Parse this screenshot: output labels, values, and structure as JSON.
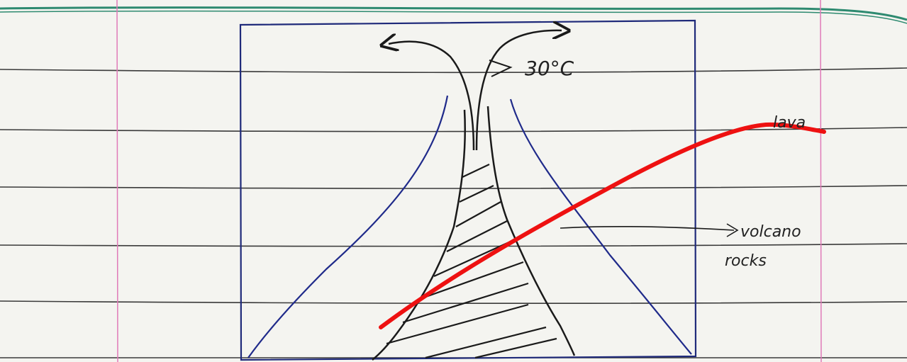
{
  "diagram": {
    "labels": {
      "temperature": "30°C",
      "lava": "lava",
      "rocks_line1": "volcano",
      "rocks_line2": "rocks"
    },
    "colors": {
      "paper": "#f4f4f0",
      "ruled_line": "#3a3a3a",
      "top_line": "#2e8a70",
      "margin_line": "#e07ab8",
      "frame": "#1f2a7a",
      "volcano_outline": "#1f2a8a",
      "vent_ink": "#1a1a1a",
      "lava_line": "#ee1111"
    },
    "icons": [
      "arrow-left-icon",
      "arrow-right-icon",
      "pointer-arrow-icon"
    ]
  }
}
